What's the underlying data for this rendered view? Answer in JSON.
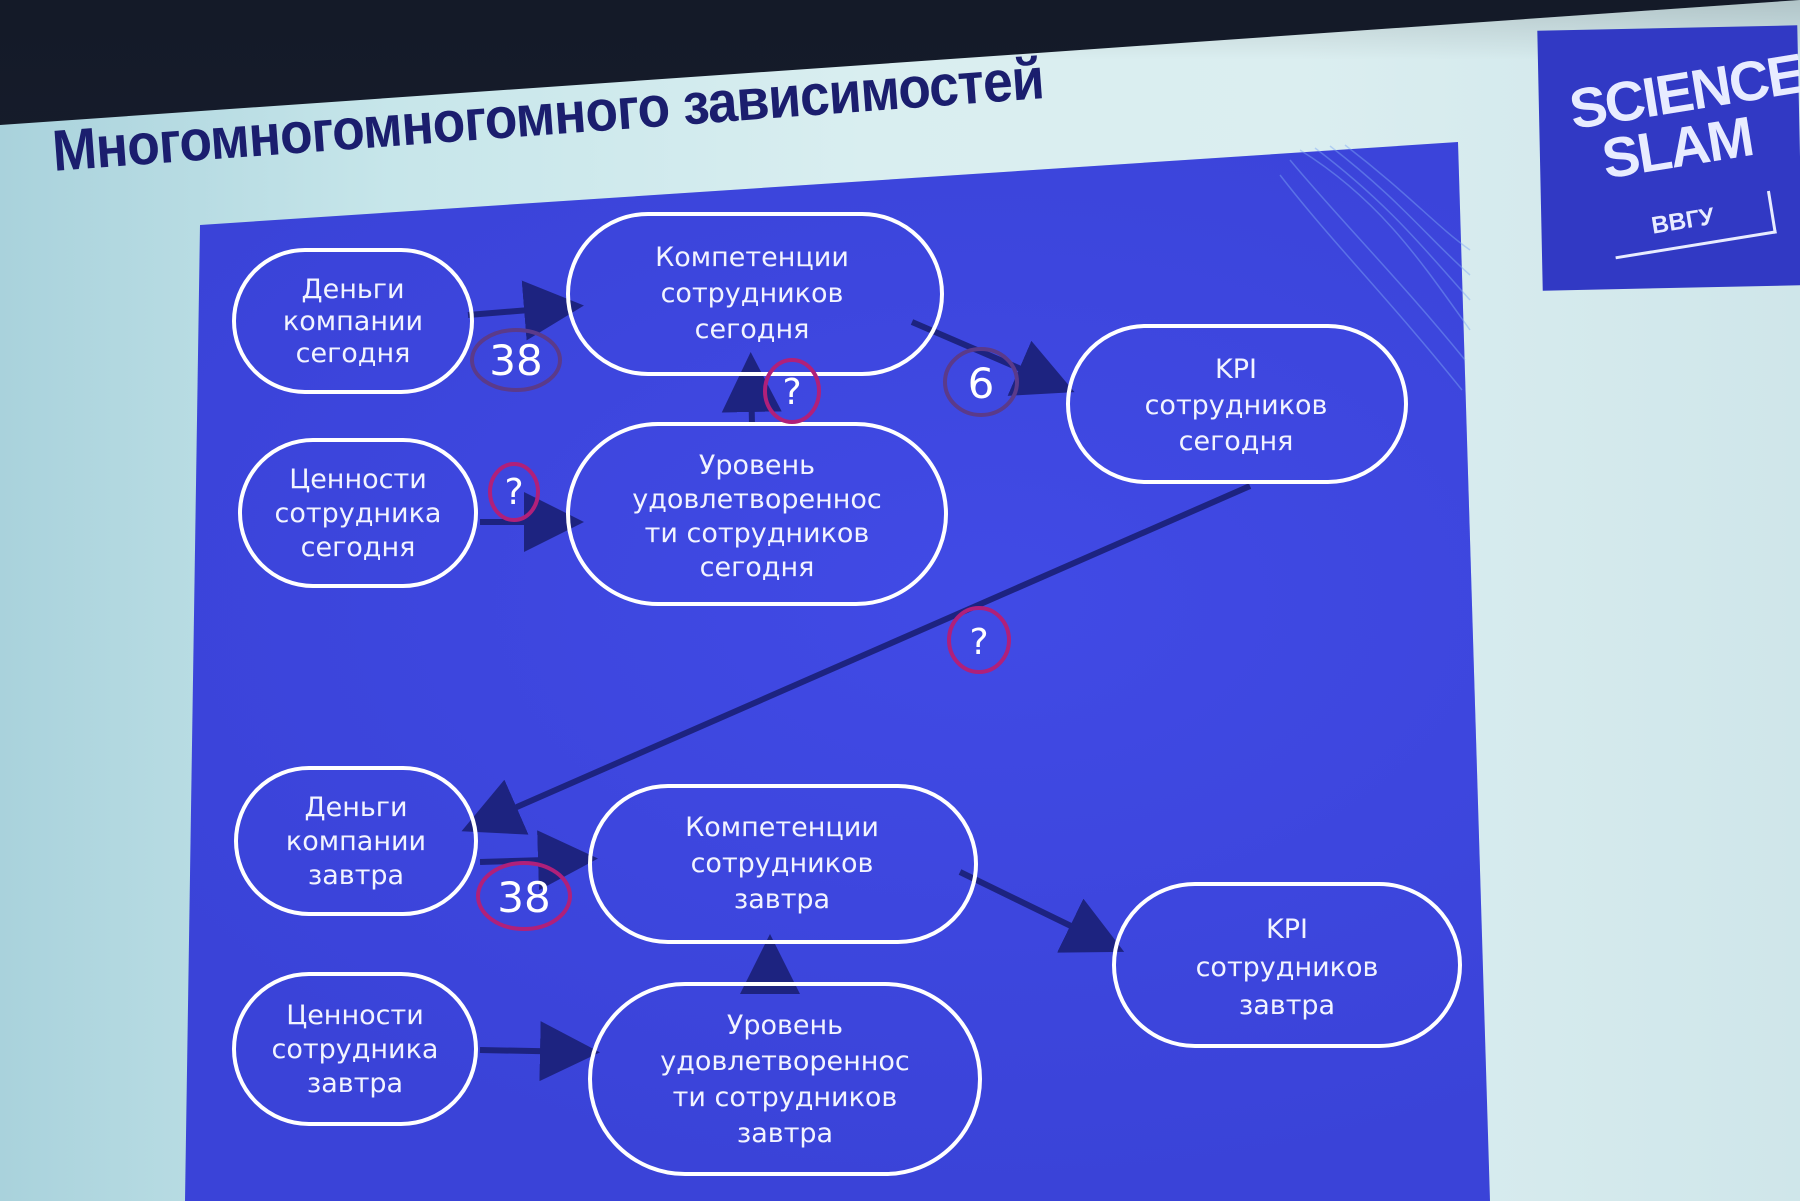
{
  "slide": {
    "title": "Многомногомногомного зависимостей"
  },
  "logo": {
    "line1": "SCIENCE",
    "line2": "SLAM",
    "university": "ВВГУ"
  },
  "colors": {
    "panel": "#3a43d8",
    "node_outline": "#ffffff",
    "arrow": "#1d2380",
    "annotation_purple": "#5b3a8a",
    "annotation_magenta": "#b0207a",
    "title": "#1b1e6e"
  },
  "nodes": {
    "money_today": [
      "Деньги",
      "компании",
      "сегодня"
    ],
    "competence_today": [
      "Компетенции",
      "сотрудников",
      "сегодня"
    ],
    "kpi_today": [
      "KPI",
      "сотрудников",
      "сегодня"
    ],
    "values_today": [
      "Ценности",
      "сотрудника",
      "сегодня"
    ],
    "satisfaction_today": [
      "Уровень",
      "удовлетвореннос",
      "ти сотрудников",
      "сегодня"
    ],
    "money_tomorrow": [
      "Деньги",
      "компании",
      "завтра"
    ],
    "competence_tomorrow": [
      "Компетенции",
      "сотрудников",
      "завтра"
    ],
    "kpi_tomorrow": [
      "KPI",
      "сотрудников",
      "завтра"
    ],
    "values_tomorrow": [
      "Ценности",
      "сотрудника",
      "завтра"
    ],
    "satisfaction_tomorrow": [
      "Уровень",
      "удовлетвореннос",
      "ти сотрудников",
      "завтра"
    ]
  },
  "annotations": {
    "money_to_competence_today": "38",
    "competence_to_kpi_today": "6",
    "satisfaction_to_competence_today": "?",
    "values_to_satisfaction_today": "?",
    "kpi_today_to_money_tomorrow": "?",
    "money_to_competence_tomorrow": "38"
  }
}
